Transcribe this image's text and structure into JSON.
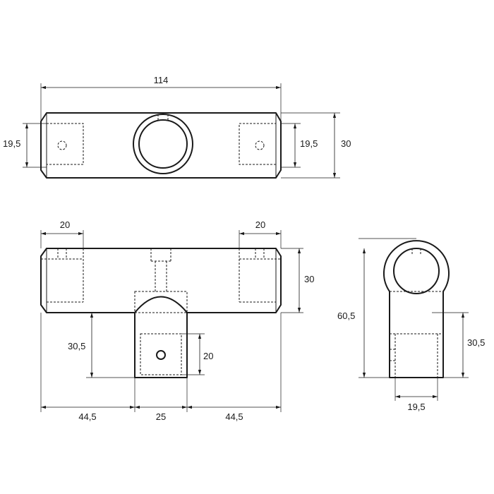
{
  "dimensions": {
    "top_length": "114",
    "top_left_height": "19,5",
    "top_right_height": "19,5",
    "top_total_height": "30",
    "front_left_width": "20",
    "front_right_width": "20",
    "front_bar_height": "30",
    "front_leg_height": "30,5",
    "front_square_height": "20",
    "front_left_offset": "44,5",
    "front_center_width": "25",
    "front_right_offset": "44,5",
    "side_total_height": "60,5",
    "side_leg_height": "30,5",
    "side_leg_width": "19,5"
  }
}
